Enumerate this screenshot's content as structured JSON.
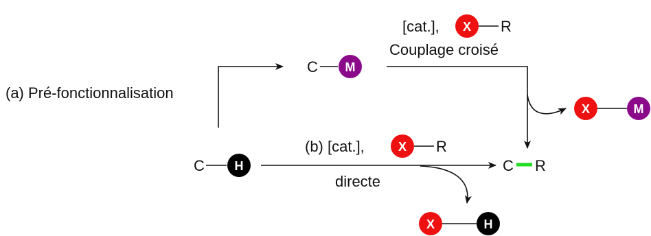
{
  "colors": {
    "X": "#ee1111",
    "M": "#8a0a8a",
    "H": "#000000",
    "new_bond": "#22dd22"
  },
  "labels": {
    "route_a": "(a) Pré-fonctionnalisation",
    "route_a_condition": "[cat.],",
    "route_a_name": "Couplage croisé",
    "route_b_condition": "(b) [cat.],",
    "route_b_name": "directe"
  },
  "atoms": {
    "C": "C",
    "R": "R",
    "X": "X",
    "M": "M",
    "H": "H"
  }
}
